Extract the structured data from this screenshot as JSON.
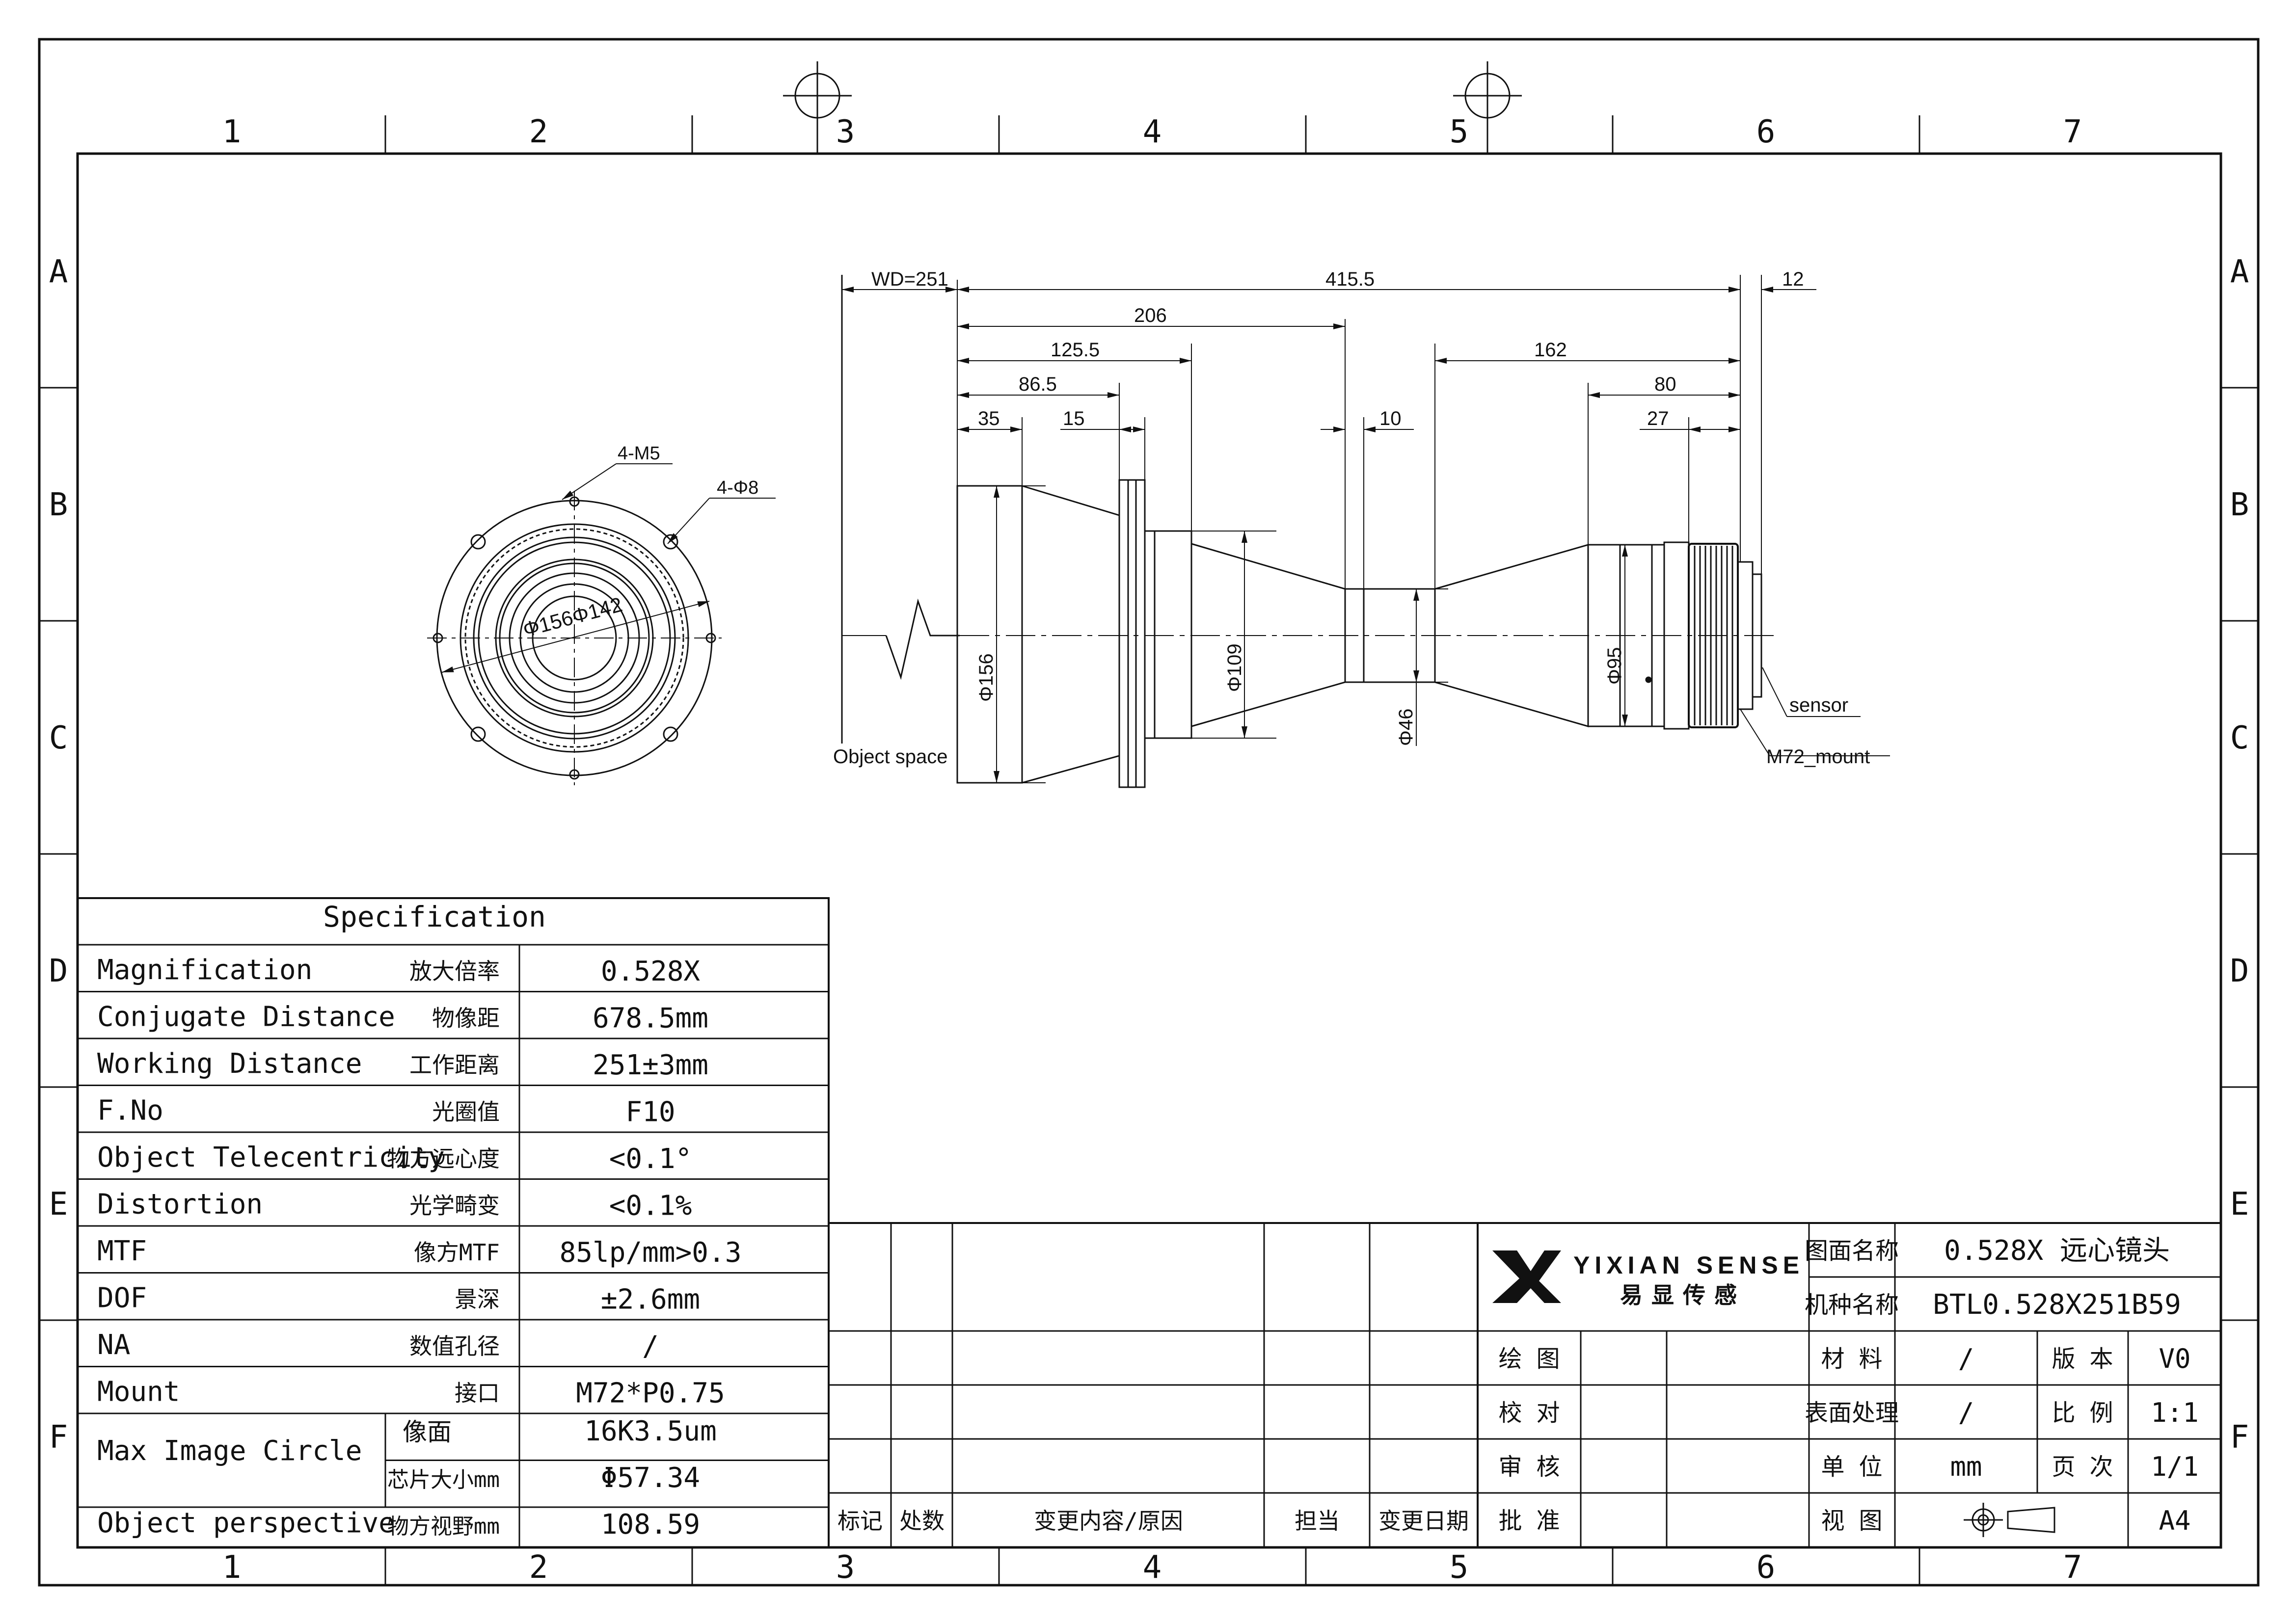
{
  "frame": {
    "col_labels": [
      "1",
      "2",
      "3",
      "4",
      "5",
      "6",
      "7"
    ],
    "row_labels": [
      "A",
      "B",
      "C",
      "D",
      "E",
      "F"
    ]
  },
  "dims": {
    "wd": "WD=251",
    "total": "415.5",
    "flange_gap": "12",
    "d206": "206",
    "d125": "125.5",
    "d86": "86.5",
    "d35": "35",
    "d15": "15",
    "d10": "10",
    "d162": "162",
    "d80": "80",
    "d27": "27",
    "dia156": "Φ156",
    "dia109": "Φ109",
    "dia46": "Φ46",
    "dia95": "Φ95",
    "front_m5": "4-M5",
    "front_phi8": "4-Φ8",
    "front_dia": "Φ156Φ142",
    "sensor": "sensor",
    "mount": "M72_mount",
    "object_space": "Object space"
  },
  "spec": {
    "title": "Specification",
    "rows": [
      {
        "en": "Magnification",
        "cn": "放大倍率",
        "val": "0.528X"
      },
      {
        "en": "Conjugate Distance",
        "cn": "物像距",
        "val": "678.5mm"
      },
      {
        "en": "Working Distance",
        "cn": "工作距离",
        "val": "251±3mm"
      },
      {
        "en": "F.No",
        "cn": "光圈值",
        "val": "F10"
      },
      {
        "en": "Object Telecentricity",
        "cn": "物方远心度",
        "val": "<0.1°"
      },
      {
        "en": "Distortion",
        "cn": "光学畸变",
        "val": "<0.1%"
      },
      {
        "en": "MTF",
        "cn": "像方MTF",
        "val": "85lp/mm>0.3"
      },
      {
        "en": "DOF",
        "cn": "景深",
        "val": "±2.6mm"
      },
      {
        "en": "NA",
        "cn": "数值孔径",
        "val": "/"
      },
      {
        "en": "Mount",
        "cn": "接口",
        "val": "M72*P0.75"
      }
    ],
    "max_circle": {
      "en": "Max Image Circle",
      "cn1": "像面",
      "val1": "16K3.5um",
      "cn2": "芯片大小mm",
      "val2": "Φ57.34"
    },
    "perspective": {
      "en": "Object perspective",
      "cn": "物方视野mm",
      "val": "108.59"
    }
  },
  "revision": {
    "headers": [
      "标记",
      "处数",
      "变更内容/原因",
      "担当",
      "变更日期"
    ]
  },
  "title_block": {
    "logo_en": "YIXIAN SENSE",
    "logo_cn": "易显传感",
    "drawing_name_label": "图面名称",
    "drawing_name": "0.528X 远心镜头",
    "model_label": "机种名称",
    "model": "BTL0.528X251B59",
    "sign_labels": [
      "绘 图",
      "校 对",
      "审 核",
      "批 准"
    ],
    "material_label": "材 料",
    "material": "/",
    "version_label": "版 本",
    "version": "V0",
    "surface_label": "表面处理",
    "surface": "/",
    "scale_label": "比 例",
    "scale": "1:1",
    "unit_label": "单 位",
    "unit": "mm",
    "page_label": "页 次",
    "page": "1/1",
    "view_label": "视 图",
    "paper": "A4"
  }
}
